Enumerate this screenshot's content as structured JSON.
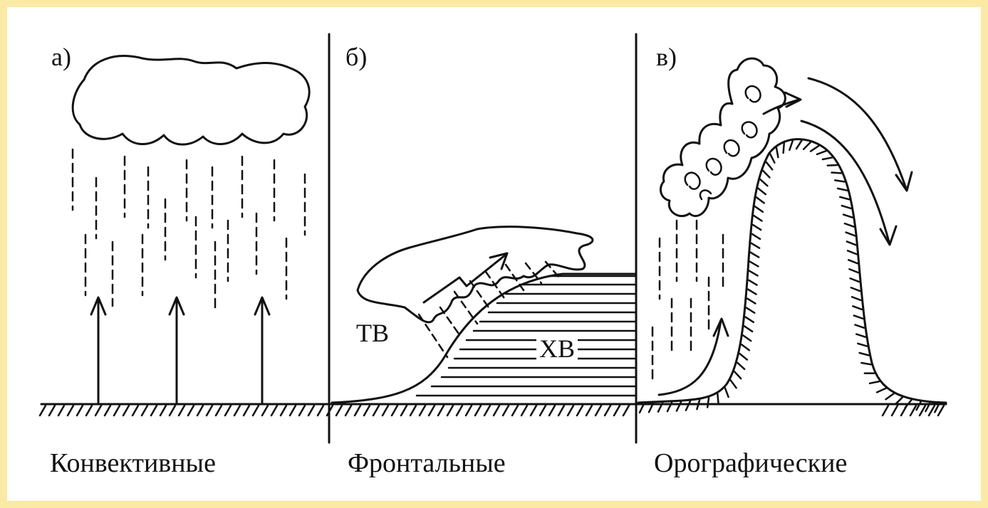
{
  "panels": [
    {
      "letter": "а)",
      "caption": "Конвективные"
    },
    {
      "letter": "б)",
      "caption": "Фронтальные",
      "warm_air": "ТВ",
      "cold_air": "ХВ"
    },
    {
      "letter": "в)",
      "caption": "Орографические"
    }
  ],
  "colors": {
    "border": "#fbe9a6",
    "ink": "#111111",
    "background": "#ffffff"
  }
}
